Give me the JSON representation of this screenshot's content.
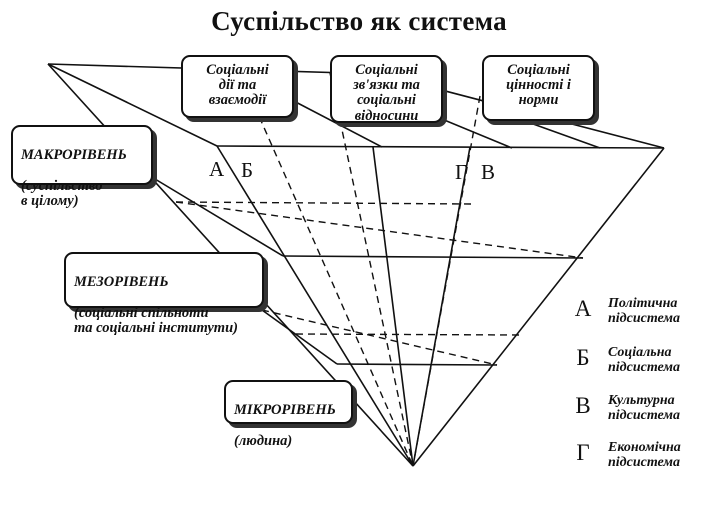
{
  "title": "Суспільство як система",
  "top_boxes": [
    {
      "text": "Соціальні\nдії та\nвзаємодії"
    },
    {
      "text": "Соціальні\nзв'язки та\nсоціальні\nвідносини"
    },
    {
      "text": "Соціальні\nцінності і\nнорми"
    }
  ],
  "levels": [
    {
      "name": "МАКРОРІВЕНЬ",
      "description": "(суспільство\nв цілому)"
    },
    {
      "name": "МЕЗОРІВЕНЬ",
      "description": "(соціальні спільноти\nта соціальні інститути)"
    },
    {
      "name": "МІКРОРІВЕНЬ",
      "description": "(людина)"
    }
  ],
  "face_letters": [
    "А",
    "Б",
    "Г",
    "В"
  ],
  "legend": [
    {
      "letter": "А",
      "text": "Політична\nпідсистема"
    },
    {
      "letter": "Б",
      "text": "Соціальна\nпідсистема"
    },
    {
      "letter": "В",
      "text": "Культурна\nпідсистема"
    },
    {
      "letter": "Г",
      "text": "Економічна\nпідсистема"
    }
  ]
}
